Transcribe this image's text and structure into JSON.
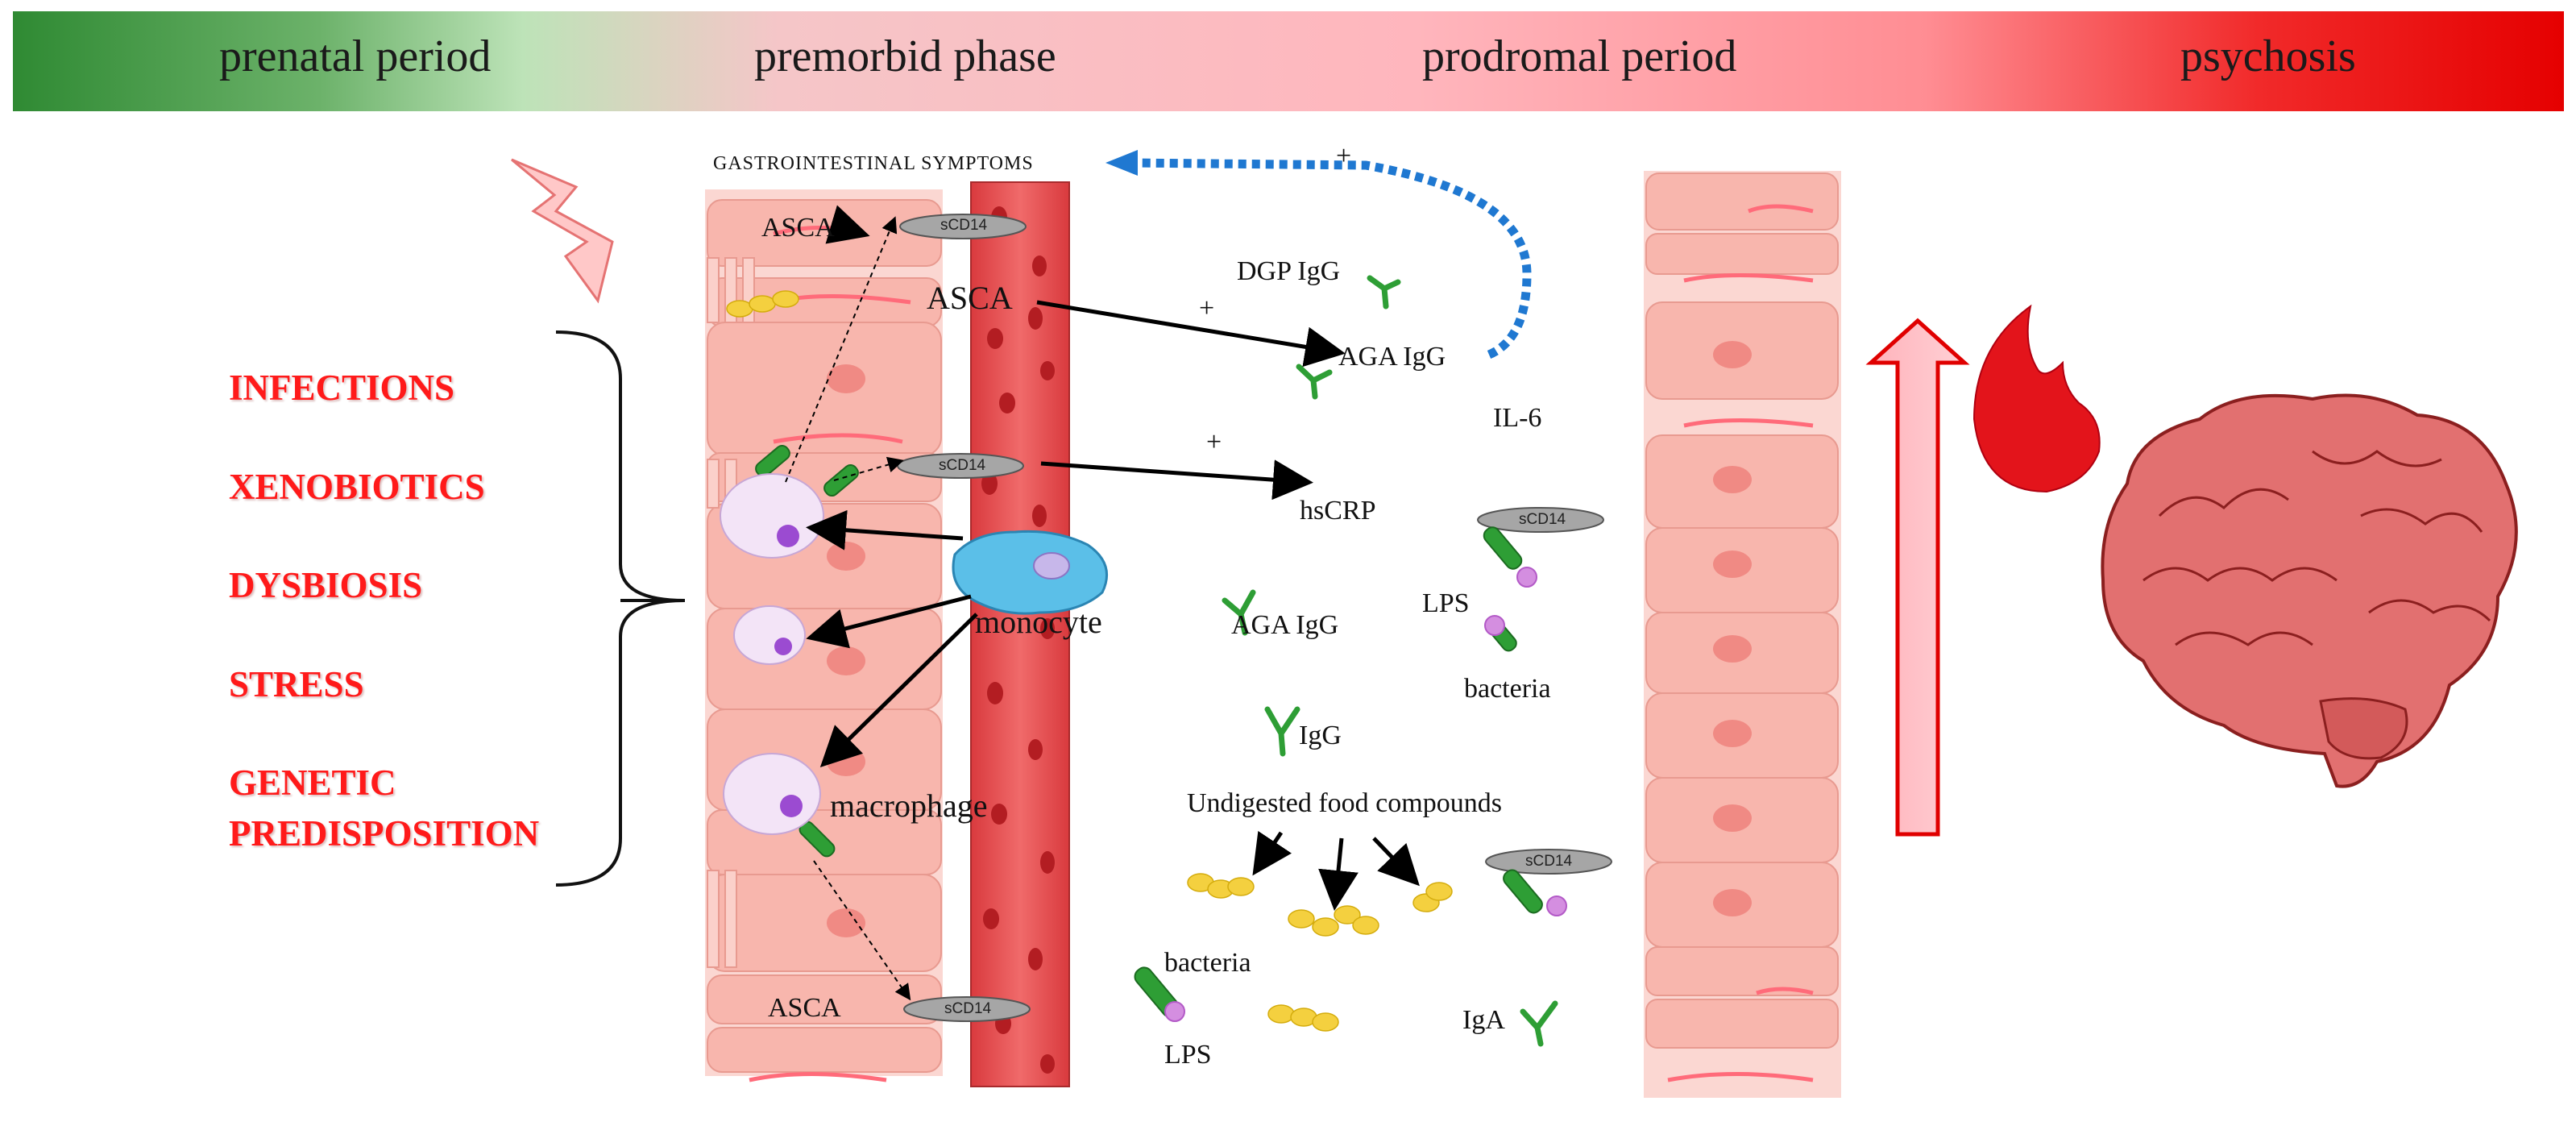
{
  "timeline": {
    "stages": [
      "prenatal period",
      "premorbid phase",
      "prodromal period",
      "psychosis"
    ],
    "gradient_colors": [
      "#2e8b32",
      "#b9e2b5",
      "#ffb9c0",
      "#ff7f86",
      "#e60000"
    ]
  },
  "risk_factors": {
    "items": [
      "INFECTIONS",
      "XENOBIOTICS",
      "DYSBIOSIS",
      "STRESS",
      "GENETIC",
      "PREDISPOSITION"
    ],
    "color": "#ff1a1a"
  },
  "labels": {
    "gi_symptoms": "GASTROINTESTINAL  SYMPTOMS",
    "asca_top": "ASCA",
    "asca_mid": "ASCA",
    "asca_bottom": "ASCA",
    "scd14": "sCD14",
    "dgp_igg": "DGP IgG",
    "aga_igg_top": "AGA IgG",
    "aga_igg_mid": "AGA IgG",
    "il6": "IL-6",
    "hscrp": "hsCRP",
    "lps_mid": "LPS",
    "bacteria_mid": "bacteria",
    "igg": "IgG",
    "undigested": "Undigested  food compounds",
    "bacteria_bottom": "bacteria",
    "lps_bottom": "LPS",
    "iga": "IgA",
    "monocyte": "monocyte",
    "macrophage": "macrophage",
    "plus": "+"
  },
  "icons": [
    "lightning-icon",
    "flame-icon",
    "brain-icon",
    "up-arrow-icon",
    "antibody-icon",
    "bacterium-icon",
    "monocyte-icon",
    "macrophage-icon"
  ],
  "colors": {
    "tissue": "#f8b6ad",
    "blood_vessel": "#e8464a",
    "bacterium": "#2e9e35",
    "dashed_feedback": "#1f78d1",
    "brain": "#e26d6d"
  }
}
